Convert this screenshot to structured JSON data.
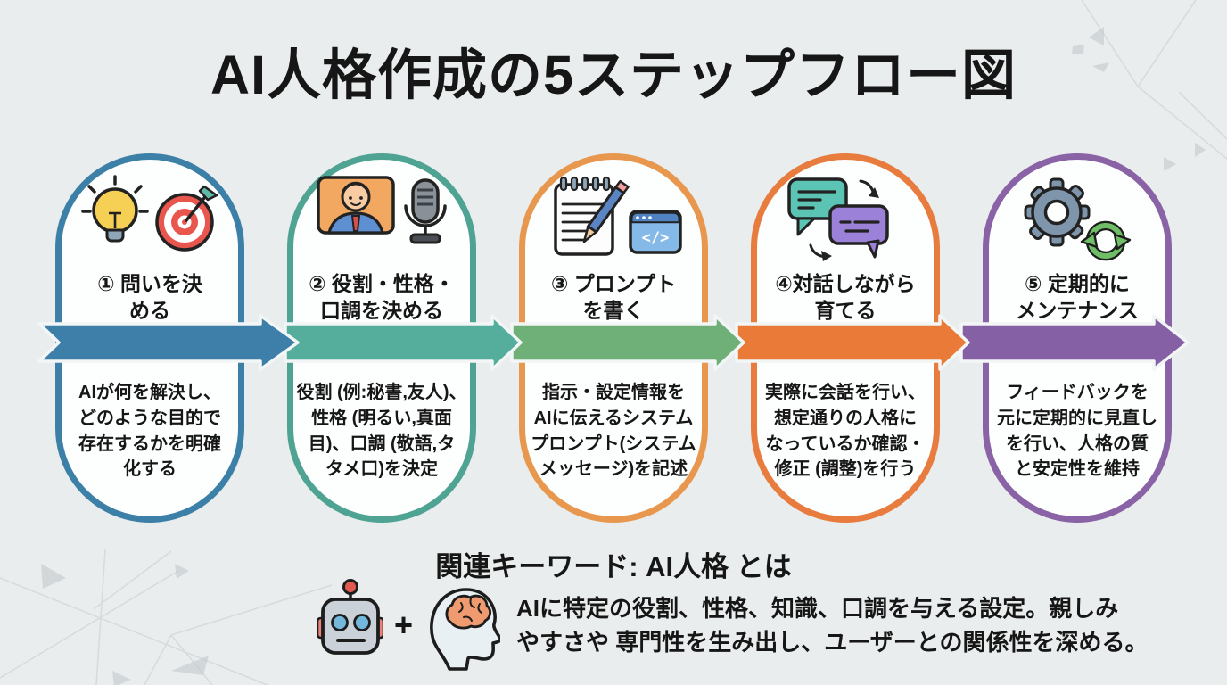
{
  "title": "AI人格作成の5ステップフロー図",
  "steps": [
    {
      "title": "① 問いを決\nめる",
      "description": "AIが何を解決し、\nどのような目的で\n存在するかを明確\n化する",
      "border_color": "#3C80A8",
      "arrow_color": "#3D7FA8",
      "icons": [
        "lightbulb-icon",
        "target-icon"
      ]
    },
    {
      "title": "② 役割・性格・\n口調を決める",
      "description": "役割 (例:秘書,友人)、\n性格 (明るい,真面\n目)、口調 (敬語,タ\nタメ口)を決定",
      "border_color": "#4FA392",
      "arrow_color": "#55AD9B",
      "icons": [
        "person-icon",
        "microphone-icon"
      ]
    },
    {
      "title": "③ プロンプト\nを書く",
      "description": "指示・設定情報を\nAIに伝えるシステム\nプロンプト(システム\nメッセージ)を記述",
      "border_color": "#E8984E",
      "arrow_color": "#6FAF78",
      "icons": [
        "notepad-pencil-icon",
        "code-window-icon"
      ]
    },
    {
      "title": "④対話しながら\n育てる",
      "description": "実際に会話を行い、\n想定通りの人格に\nなっているか確認・\n修正 (調整)を行う",
      "border_color": "#E87C3E",
      "arrow_color": "#E97A37",
      "icons": [
        "chat-bubbles-icon"
      ]
    },
    {
      "title": "⑤ 定期的に\nメンテナンス",
      "description": "フィードバックを\n元に定期的に見直し\nを行い、人格の質\nと安定性を維持",
      "border_color": "#8A63A6",
      "arrow_color": "#8560A5",
      "icons": [
        "gear-icon",
        "refresh-arrows-icon"
      ]
    }
  ],
  "footer": {
    "heading": "関連キーワード: AI人格 とは",
    "plus_sign": "+",
    "description": "AIに特定の役割、性格、知識、口調を与える設定。親しみ\nやすさや 専門性を生み出し、ユーザーとの関係性を深める。",
    "icons": [
      "robot-icon",
      "brain-head-icon"
    ]
  },
  "colors": {
    "background": "#E9EDED",
    "card_fill": "#FDFEFE",
    "text": "#161616",
    "arrow_outline": "#F3F6F6"
  }
}
